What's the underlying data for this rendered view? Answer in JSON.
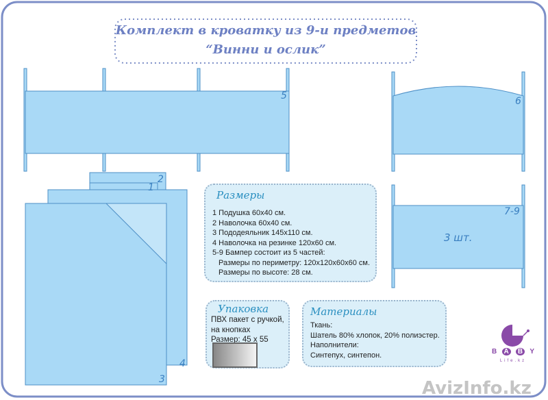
{
  "title": {
    "line1": "Комплект в кроватку из 9-и предметов",
    "line2": "“Винни и ослик”"
  },
  "labels": {
    "p1": "1",
    "p2": "2",
    "p3": "3",
    "p4": "4",
    "p5": "5",
    "p6": "6",
    "p79": "7-9",
    "qty": "3 шт."
  },
  "sizes": {
    "heading": "Размеры",
    "items": [
      "1 Подушка 60х40 см.",
      "2 Наволочка 60х40 см.",
      "3 Пододеяльник 145х110 см.",
      "4 Наволочка на резинке 120х60 см.",
      "5-9 Бампер состоит из 5 частей:",
      "Размеры по периметру: 120х120х60х60 см.",
      "Размеры по высоте: 28 см."
    ]
  },
  "packing": {
    "heading": "Упаковка",
    "lines": [
      "ПВХ пакет с ручкой,",
      "на кнопках",
      "Размер: 45 x 55"
    ]
  },
  "materials": {
    "heading": "Материалы",
    "lines": [
      "Ткань:",
      "Шатель 80% хлопок, 20% полиэстер.",
      "Наполнители:",
      "Синтепух, синтепон."
    ]
  },
  "logo": {
    "letters": [
      "B",
      "A",
      "B",
      "Y"
    ],
    "sub": "Life.kz"
  },
  "watermark": "AvizInfo.kz",
  "colors": {
    "fabric": "#a9d9f6",
    "stroke": "#4d8fc6",
    "frame": "#7c8ec7",
    "logo": "#8a4aa8"
  }
}
